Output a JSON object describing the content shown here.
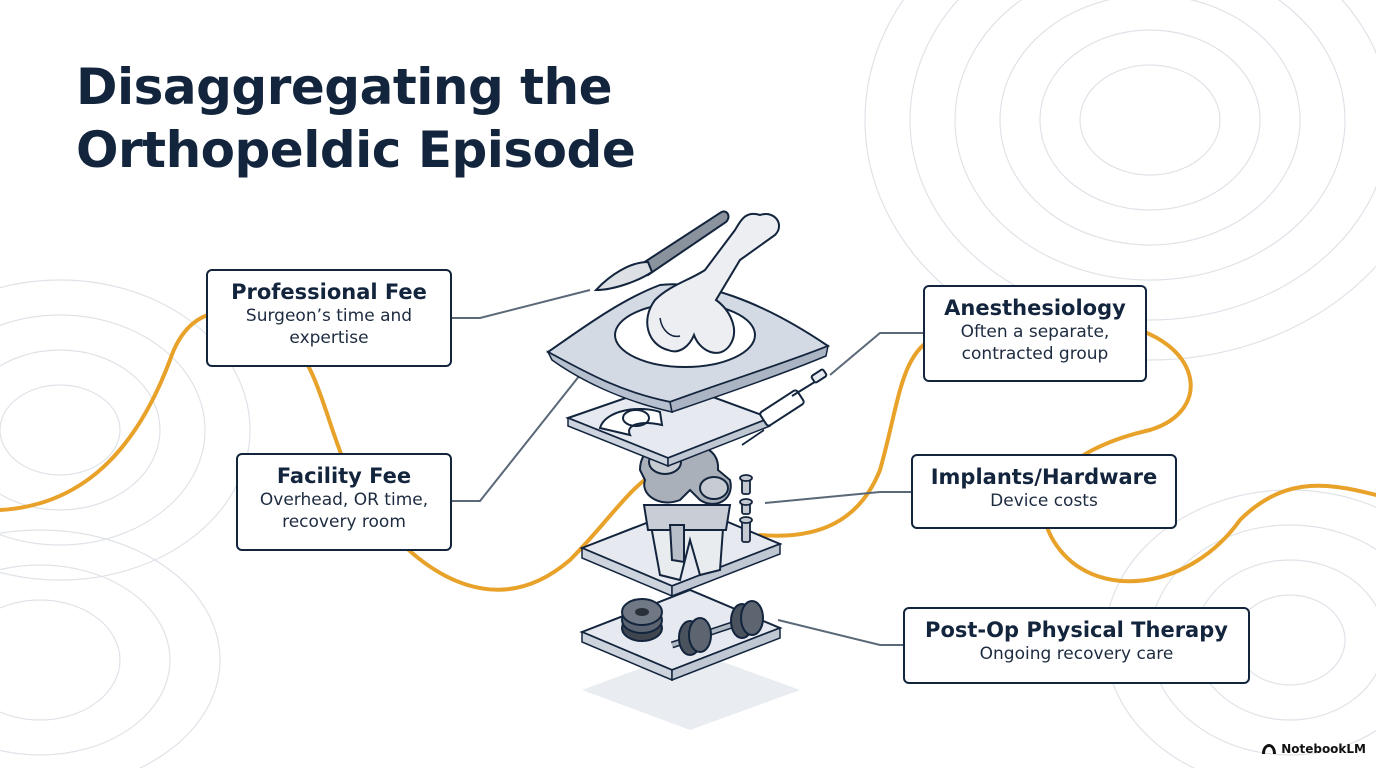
{
  "title": {
    "line1": "Disaggregating the",
    "line2": "Orthopeldic Episode"
  },
  "callouts": {
    "professional": {
      "heading": "Professional Fee",
      "desc1": "Surgeon’s time and",
      "desc2": "expertise"
    },
    "facility": {
      "heading": "Facility Fee",
      "desc1": "Overhead, OR time,",
      "desc2": "recovery room"
    },
    "anesthesiology": {
      "heading": "Anesthesiology",
      "desc1": "Often a separate,",
      "desc2": "contracted group"
    },
    "implants": {
      "heading": "Implants/Hardware",
      "desc1": "Device costs"
    },
    "pt": {
      "heading": "Post-Op Physical Therapy",
      "desc1": "Ongoing recovery care"
    }
  },
  "brand": {
    "label": "NotebookLM",
    "icon": "notebooklm-logo-icon"
  },
  "colors": {
    "navy": "#13243d",
    "accent_orange": "#e8a22a",
    "leader_gray": "#5a6878",
    "layer_fill": "#e6eaf0"
  }
}
